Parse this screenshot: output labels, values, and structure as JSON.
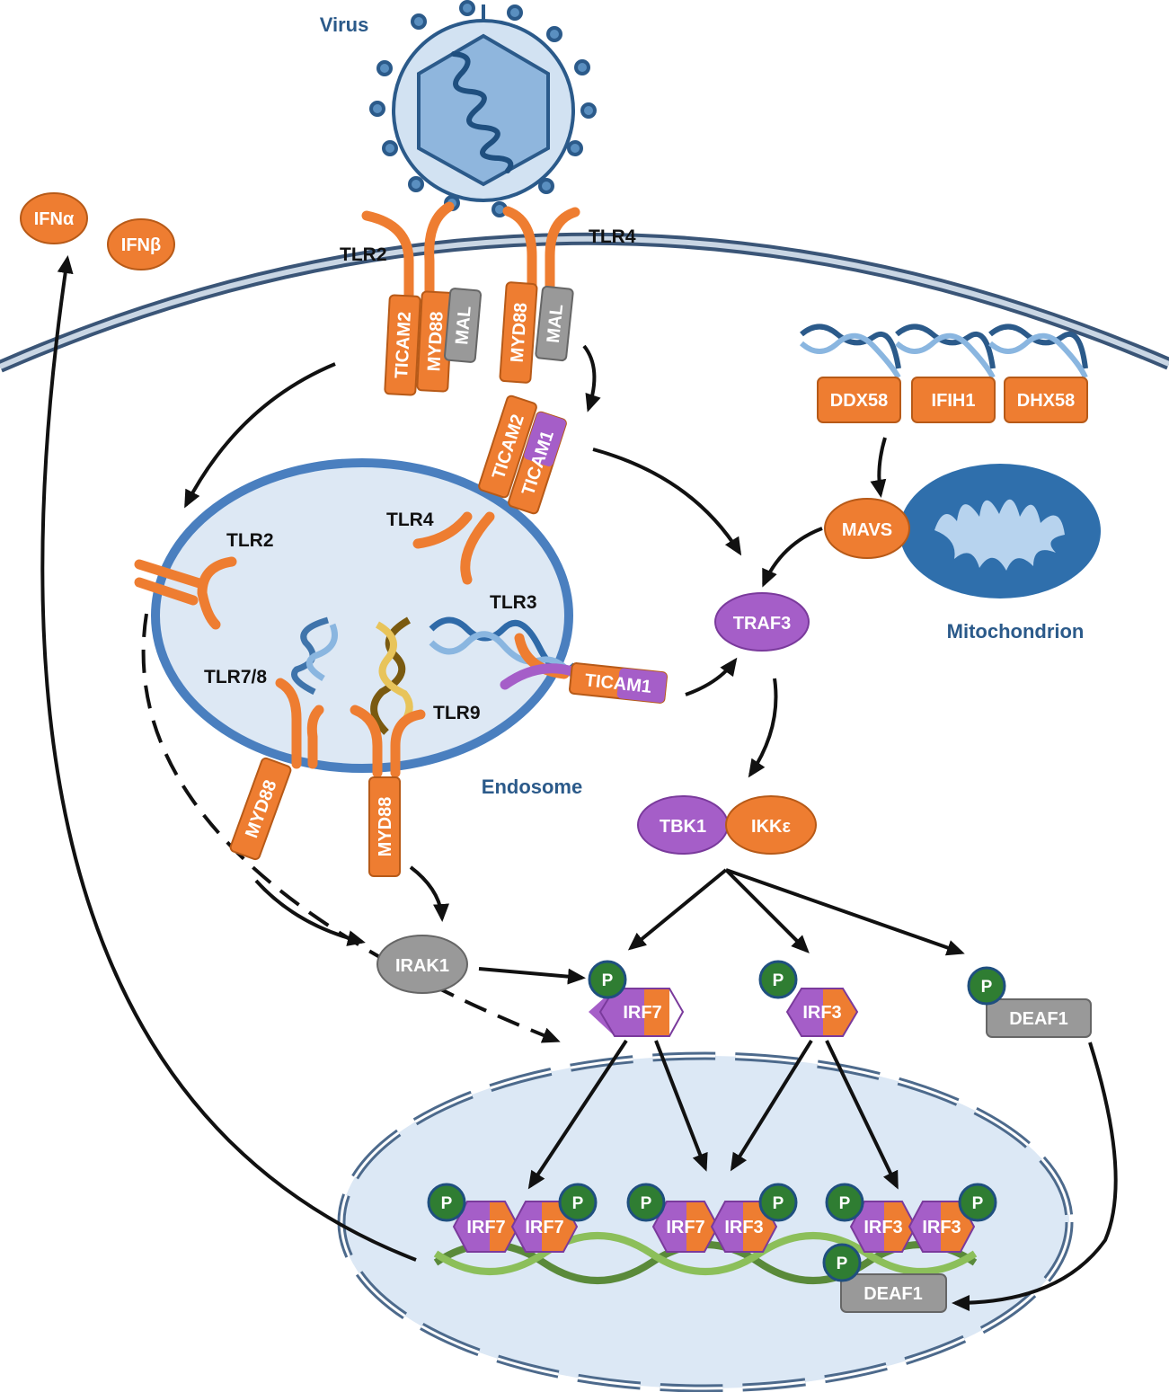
{
  "labels": {
    "virus": "Virus",
    "endosome": "Endosome",
    "mitochondrion": "Mitochondrion"
  },
  "receptors": {
    "tlr2_surface": "TLR2",
    "tlr4_surface": "TLR4",
    "tlr4_endo": "TLR4",
    "tlr2_endo": "TLR2",
    "tlr3": "TLR3",
    "tlr78": "TLR7/8",
    "tlr9": "TLR9"
  },
  "proteins": {
    "ifna": "IFNα",
    "ifnb": "IFNβ",
    "ticam2": "TICAM2",
    "myd88": "MYD88",
    "mal": "MAL",
    "ticam1": "TICAM1",
    "ddx58": "DDX58",
    "ifih1": "IFIH1",
    "dhx58": "DHX58",
    "mavs": "MAVS",
    "traf3": "TRAF3",
    "tbk1": "TBK1",
    "ikke": "IKKε",
    "irak1": "IRAK1",
    "irf7": "IRF7",
    "irf3": "IRF3",
    "deaf1": "DEAF1",
    "p": "P"
  },
  "colors": {
    "orange": "#ee7d31",
    "orange_dark": "#c45e17",
    "purple": "#a55ec8",
    "gray": "#999999",
    "green": "#2f7d32",
    "blue_dark": "#2b5a8a",
    "blue_light": "#dbe7f4",
    "membrane": "#3a5577"
  }
}
